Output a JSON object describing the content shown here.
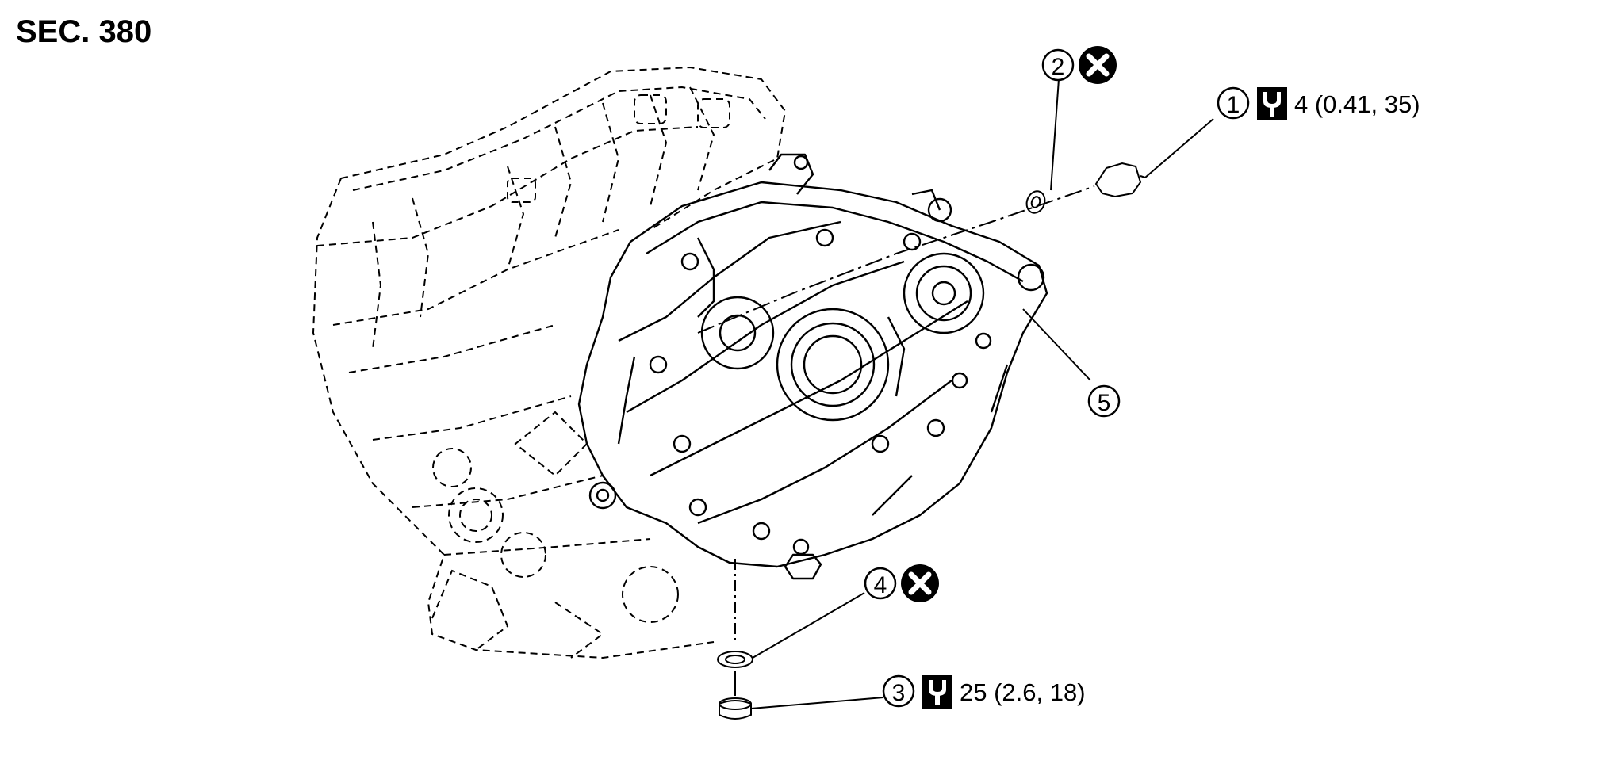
{
  "section_label": "SEC. 380",
  "callouts": [
    {
      "id": "1",
      "number": "1",
      "torque": "4 (0.41, 35)"
    },
    {
      "id": "2",
      "number": "2",
      "replace": true
    },
    {
      "id": "3",
      "number": "3",
      "torque": "25 (2.6, 18)"
    },
    {
      "id": "4",
      "number": "4",
      "replace": true
    },
    {
      "id": "5",
      "number": "5"
    }
  ],
  "icons": {
    "torque": "torque-wrench-icon",
    "replace": "do-not-reuse-icon"
  }
}
